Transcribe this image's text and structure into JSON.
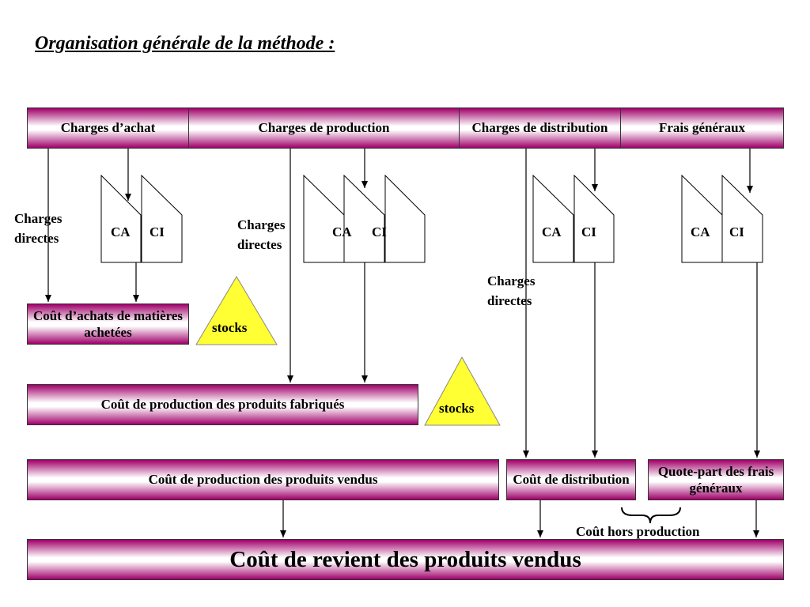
{
  "title": "Organisation générale de la méthode :",
  "header": {
    "achat": "Charges d’achat",
    "production": "Charges de production",
    "distribution": "Charges de distribution",
    "frais": "Frais généraux"
  },
  "charges_directes": "Charges directes",
  "ca": "CA",
  "ci": "CI",
  "stocks": "stocks",
  "boxes": {
    "cout_achats": "Coût d’achats de matières achetées",
    "cout_production_fabriques": "Coût de production des produits fabriqués",
    "cout_production_vendus": "Coût de production des produits vendus",
    "cout_distribution": "Coût de distribution",
    "quote_part": "Quote-part des frais généraux",
    "cout_revient": "Coût de revient des produits vendus"
  },
  "cout_hors_production": "Coût hors production"
}
